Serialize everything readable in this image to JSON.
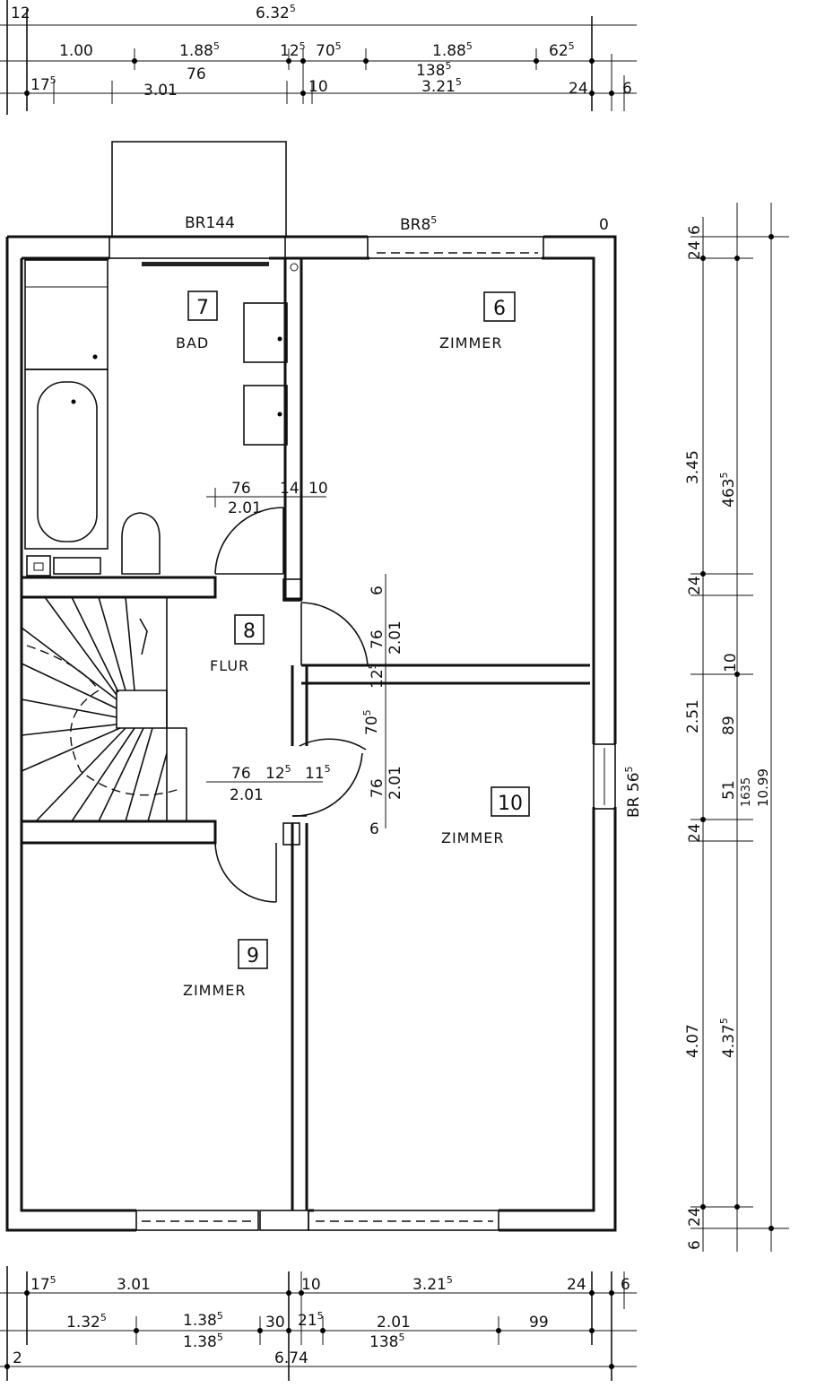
{
  "rooms": [
    {
      "id": "bad",
      "number": "7",
      "name": "BAD"
    },
    {
      "id": "zimmer-6",
      "number": "6",
      "name": "ZIMMER"
    },
    {
      "id": "flur",
      "number": "8",
      "name": "FLUR"
    },
    {
      "id": "zimmer-10",
      "number": "10",
      "name": "ZIMMER"
    },
    {
      "id": "zimmer-9",
      "number": "9",
      "name": "ZIMMER"
    }
  ],
  "windows": {
    "bad": "BR144",
    "zimmer6_main": "BR8",
    "zimmer6_sup": "5",
    "east_main": "BR 56",
    "east_sup": "5",
    "corner": "0"
  },
  "top_dims": {
    "row1": {
      "total": "6.32",
      "total_sup": "5",
      "left_edge": "12"
    },
    "row2": [
      {
        "text": "1.00"
      },
      {
        "text": "1.88",
        "sup": "5"
      },
      {
        "text": "12",
        "sup": "5"
      },
      {
        "text": "70",
        "sup": "5"
      },
      {
        "text": "1.88",
        "sup": "5"
      },
      {
        "text": "62",
        "sup": "5"
      }
    ],
    "row3": [
      {
        "text": "17",
        "sup": "5"
      },
      {
        "text": "76"
      },
      {
        "text": "3.01"
      },
      {
        "text": "10"
      },
      {
        "text": "138",
        "sup": "5"
      },
      {
        "text": "3.21",
        "sup": "5"
      },
      {
        "text": "24"
      },
      {
        "text": "6"
      }
    ]
  },
  "bottom_dims": {
    "row1": [
      {
        "text": "17",
        "sup": "5"
      },
      {
        "text": "3.01"
      },
      {
        "text": "10"
      },
      {
        "text": "3.21",
        "sup": "5"
      },
      {
        "text": "24"
      },
      {
        "text": "6"
      }
    ],
    "row2": [
      {
        "text": "1.32",
        "sup": "5"
      },
      {
        "text": "1.38",
        "sup": "5"
      },
      {
        "text": "1.38",
        "sup": "5"
      },
      {
        "text": "30"
      },
      {
        "text": "21",
        "sup": "5"
      },
      {
        "text": "2.01"
      },
      {
        "text": "138",
        "sup": "5"
      },
      {
        "text": "99"
      }
    ],
    "row3": {
      "total": "6.74",
      "left_edge": "2"
    }
  },
  "right_dims": {
    "col1": [
      {
        "text": "6"
      },
      {
        "text": "24"
      },
      {
        "text": "3.45"
      },
      {
        "text": "24"
      },
      {
        "text": "10"
      },
      {
        "text": "2.51"
      },
      {
        "text": "24"
      },
      {
        "text": "4.07"
      },
      {
        "text": "24"
      },
      {
        "text": "6"
      }
    ],
    "col2": [
      {
        "text": "463",
        "sup": "5"
      },
      {
        "text": "89"
      },
      {
        "text": "51"
      },
      {
        "text": "4.37",
        "sup": "5"
      }
    ],
    "col3": [
      {
        "text": "1635"
      },
      {
        "text": "10.99"
      }
    ]
  },
  "interior_dims": {
    "bad_door": {
      "w": "76",
      "h": "2.01",
      "a": "14",
      "b": "10"
    },
    "flur_lower": {
      "w": "76",
      "h": "2.01",
      "a": "12",
      "a_sup": "5",
      "b": "11",
      "b_sup": "5"
    },
    "vertical": {
      "a": "6",
      "b": "76",
      "c": "2.01",
      "d": "12",
      "d_sup": "5",
      "e": "70",
      "e_sup": "5",
      "f": "76",
      "g": "2.01",
      "h": "6"
    }
  }
}
